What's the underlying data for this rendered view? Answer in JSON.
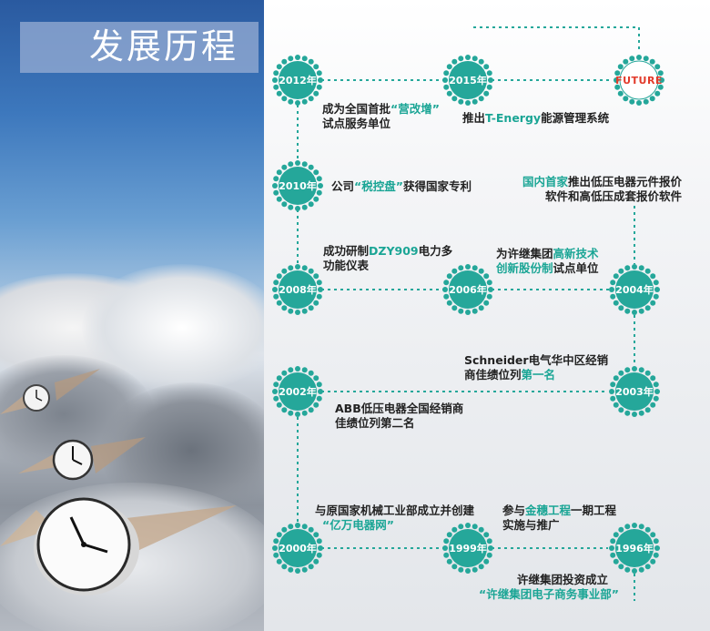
{
  "title": "发展历程",
  "colors": {
    "teal": "#25a79a",
    "highlight": "#1aa595",
    "future_red": "#e23a2a",
    "sky_blue": "#3d78bd"
  },
  "nodes": {
    "y2012": "2012年",
    "y2015": "2015年",
    "future": "FUTURE",
    "y2010": "2010年",
    "y2008": "2008年",
    "y2006": "2006年",
    "y2004": "2004年",
    "y2002": "2002年",
    "y2003": "2003年",
    "y2000": "2000年",
    "y1999": "1999年",
    "y1996": "1996年"
  },
  "events": {
    "e2012": {
      "l1a": "成为全国首批",
      "l1hl": "“营改增”",
      "l2": "试点服务单位"
    },
    "e2015": {
      "pre": "推出",
      "hl": "T-Energy",
      "post": "能源管理系统"
    },
    "e2010": {
      "pre": "公司",
      "hl": "“税控盘”",
      "post": "获得国家专利"
    },
    "e2004": {
      "l1hl": "国内首家",
      "l1": "推出低压电器元件报价",
      "l2": "软件和高低压成套报价软件"
    },
    "e2008": {
      "l1pre": "成功研制",
      "l1hl": "DZY909",
      "l1post": "电力多",
      "l2": "功能仪表"
    },
    "e2006": {
      "l1pre": "为许继集团",
      "l1hl": "高新技术",
      "l2hl": "创新股份制",
      "l2post": "试点单位"
    },
    "e2003": {
      "l1": "Schneider电气华中区经销",
      "l2pre": "商佳绩位列",
      "l2hl": "第一名"
    },
    "e2002": {
      "l1": "ABB低压电器全国经销商",
      "l2": "佳绩位列第二名"
    },
    "e2000": {
      "l1": "与原国家机械工业部成立并创建",
      "l2hl": "“亿万电器网”"
    },
    "e1999": {
      "l1pre": "参与",
      "l1hl": "金穗工程",
      "l1post": "一期工程",
      "l2": "实施与推广"
    },
    "e1996": {
      "l1": "许继集团投资成立",
      "l2hl": "“许继集团电子商务事业部”"
    }
  }
}
